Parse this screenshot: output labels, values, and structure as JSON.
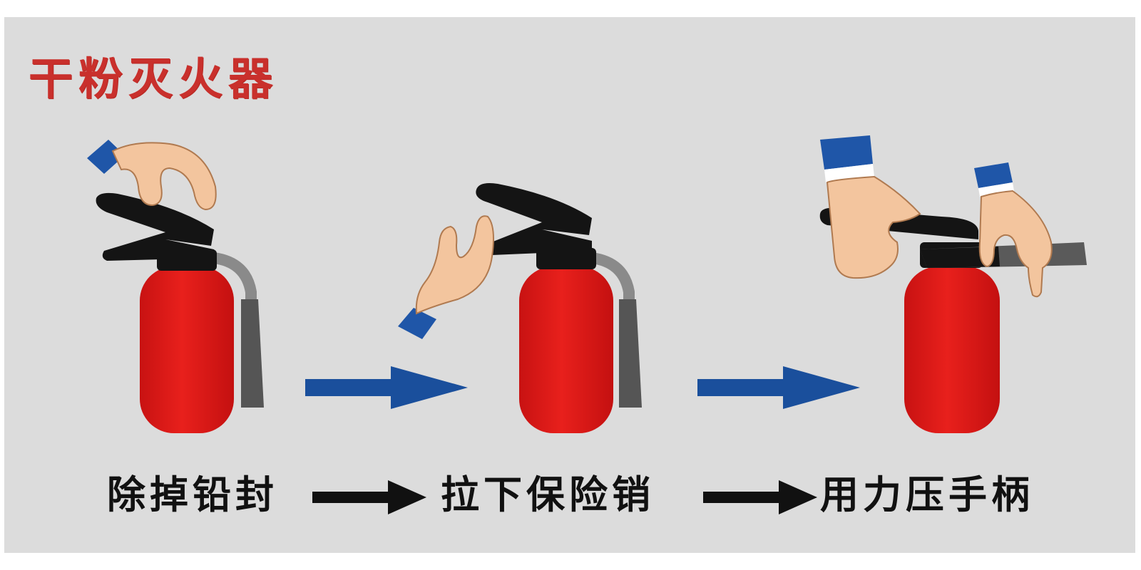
{
  "title": "干粉灭火器",
  "steps": [
    {
      "label": "除掉铅封"
    },
    {
      "label": "拉下保险销"
    },
    {
      "label": "用力压手柄"
    }
  ],
  "colors": {
    "panel_bg": "#dcdcdc",
    "title_red": "#c9302c",
    "extinguisher_red": "#e01818",
    "handle_black": "#141414",
    "hose_gray": "#555555",
    "arrow_blue": "#1a4f9c",
    "arrow_black": "#111111",
    "skin": "#f3c59e",
    "sleeve_blue": "#1f56a8"
  },
  "icons": [
    "hand-icon",
    "fire-extinguisher-icon",
    "arrow-right-icon"
  ]
}
